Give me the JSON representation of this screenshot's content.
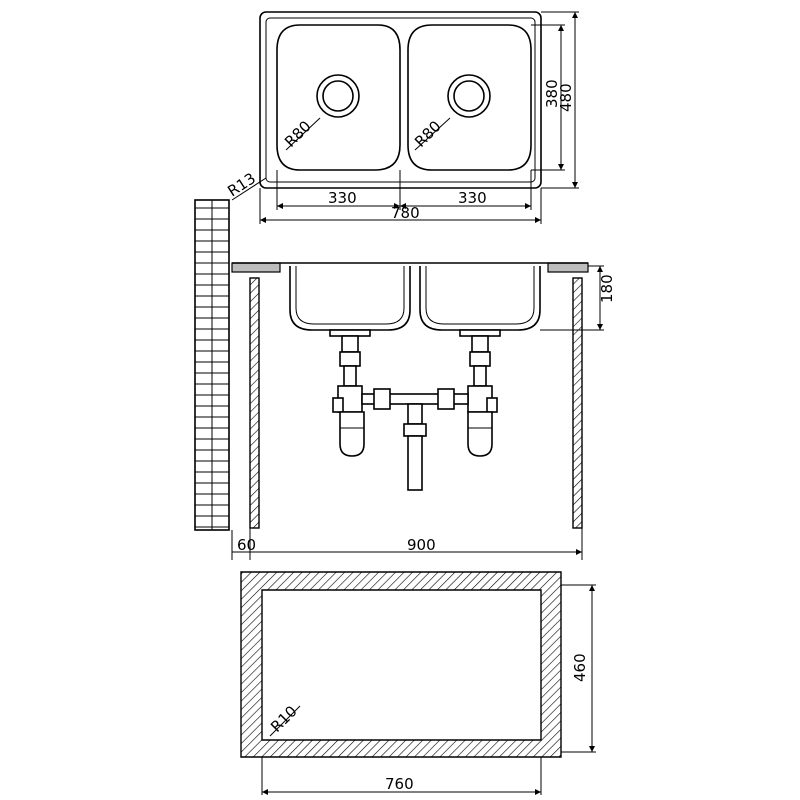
{
  "top_view": {
    "dim_bowl_width_left": "330",
    "dim_bowl_width_right": "330",
    "dim_overall_width": "780",
    "dim_bowl_depth": "380",
    "dim_overall_depth": "480",
    "radius_left_bowl": "R80",
    "radius_right_bowl": "R80",
    "radius_corner": "R13"
  },
  "front_view": {
    "dim_bowl_height": "180",
    "dim_wall_offset": "60",
    "dim_cabinet_width": "900"
  },
  "cutout_view": {
    "dim_cutout_width": "760",
    "dim_cutout_depth": "460",
    "radius_cutout": "R10"
  }
}
